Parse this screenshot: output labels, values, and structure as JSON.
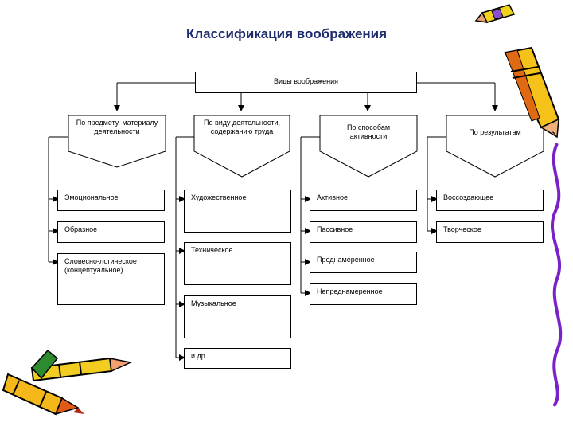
{
  "title": "Классификация воображения",
  "root": "Виды воображения",
  "groups": [
    {
      "label": "По предмету, материалу деятельности",
      "items": [
        "Эмоциональное",
        "Образное",
        "Словесно-логическое (концептуальное)"
      ]
    },
    {
      "label": "По виду деятельности, содержанию труда",
      "items": [
        "Художественное",
        "Техническое",
        "Музыкальное",
        "и др."
      ]
    },
    {
      "label": "По способам активности",
      "items": [
        "Активное",
        "Пассивное",
        "Преднамеренное",
        "Непреднамеренное"
      ]
    },
    {
      "label": "По результатам",
      "items": [
        "Воссоздающее",
        "Творческое"
      ]
    }
  ],
  "colors": {
    "title": "#1d2a6b",
    "line": "#000000"
  },
  "decorations": [
    "pencil-icon",
    "crayon-icon",
    "pen-icon",
    "wavy-line-icon"
  ]
}
